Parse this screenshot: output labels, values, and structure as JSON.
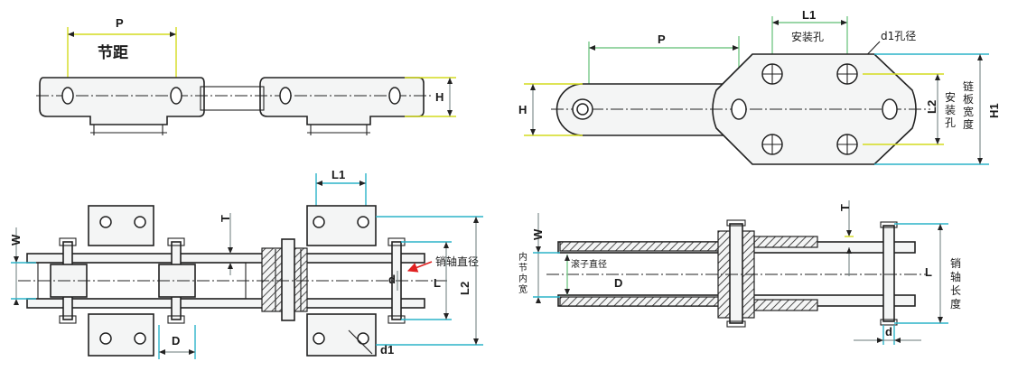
{
  "labels": {
    "p_top_left": "P",
    "pitch_cn": "节距",
    "h_top_left": "H",
    "l1_top_right": "L1",
    "d1_hole_cn": "d1孔径",
    "p_top_right": "P",
    "mount_hole_cn": "安装孔",
    "h_top_right": "H",
    "l2_top_right": "L2",
    "mount_hole_v": "安装孔",
    "plate_width_v": "链板宽度",
    "h1_top_right": "H1",
    "l1_bottom_left": "L1",
    "t_bottom_left": "T",
    "w_bottom_left": "W",
    "pin_dia_cn": "销轴直径",
    "d_small_bl": "d",
    "l_bottom_left": "L",
    "l2_bottom_left": "L2",
    "d_big_bl": "D",
    "d1_bottom_left": "d1",
    "w_bottom_right": "W",
    "t_bottom_right": "T",
    "inner_width_v": "内节内宽",
    "roller_dia_cn": "滚子直径",
    "d_big_br": "D",
    "l_bottom_right": "L",
    "pin_length_v": "销轴长度",
    "d_small_br": "d"
  },
  "colors": {
    "line": "#222222",
    "extension_yellow": "#d4dc1e",
    "extension_cyan": "#2bb3c9",
    "extension_green": "#79c98a",
    "arrow_red": "#e02020",
    "fill": "#f4f5f5"
  }
}
